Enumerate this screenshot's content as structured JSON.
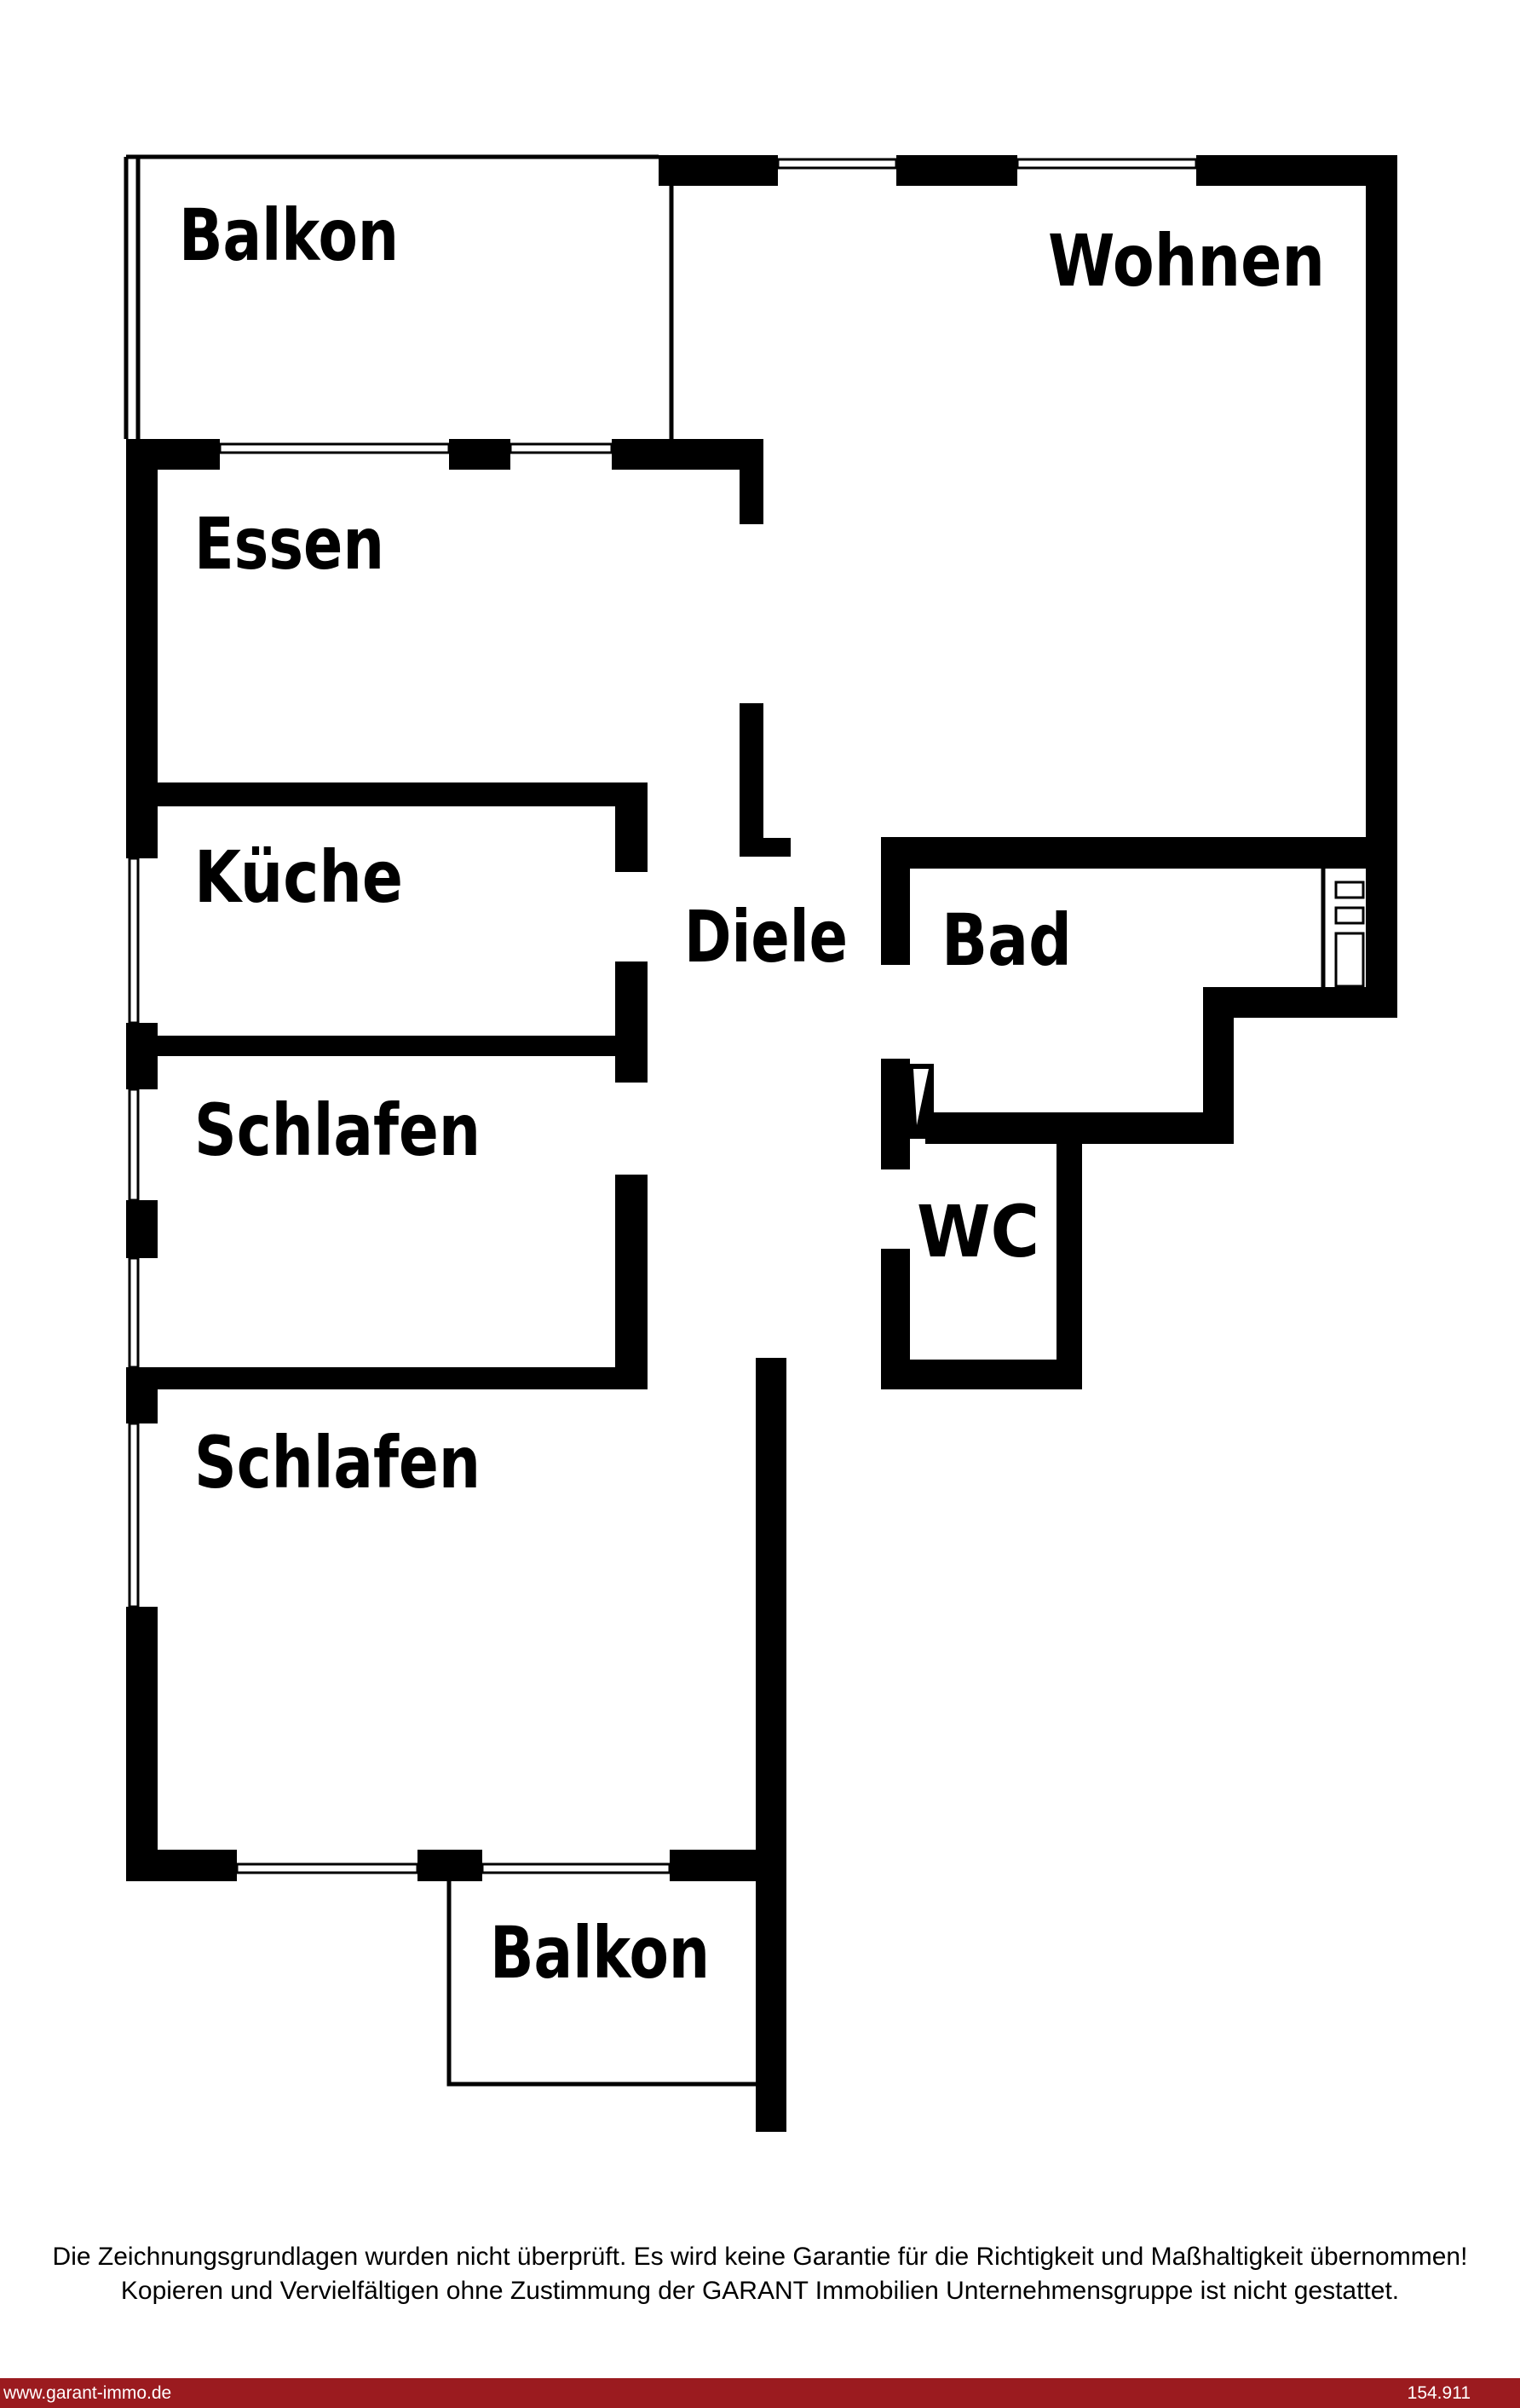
{
  "rooms": {
    "balkon_top": "Balkon",
    "wohnen": "Wohnen",
    "essen": "Essen",
    "kueche": "Küche",
    "diele": "Diele",
    "bad": "Bad",
    "schlafen_1": "Schlafen",
    "wc": "WC",
    "schlafen_2": "Schlafen",
    "balkon_bottom": "Balkon"
  },
  "disclaimer": {
    "line1": "Die Zeichnungsgrundlagen wurden nicht überprüft. Es wird keine Garantie für die Richtigkeit und Maßhaltigkeit übernommen!",
    "line2": "Kopieren und Vervielfältigen ohne Zustimmung der GARANT Immobilien Unternehmensgruppe ist nicht gestattet."
  },
  "footer": {
    "website": "www.garant-immo.de",
    "reference": "154.911"
  },
  "colors": {
    "footer_bar": "#9b1b1f",
    "wall": "#000000",
    "background": "#ffffff"
  }
}
